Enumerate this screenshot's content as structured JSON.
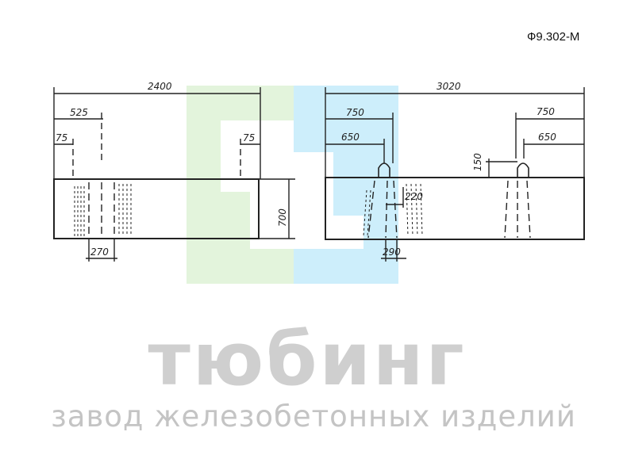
{
  "document": {
    "code": "Ф9.302-М"
  },
  "brand": {
    "name": "тюбинг",
    "tagline": "завод железобетонных изделий",
    "colors": {
      "green": "#e3f4dc",
      "blue": "#cdeefb",
      "text": "#cfcfcf"
    }
  },
  "left_view": {
    "dimensions": {
      "overall_length": "2400",
      "offset": "525",
      "left_edge": "75",
      "right_edge": "75",
      "height": "700",
      "bottom": "270"
    }
  },
  "right_view": {
    "dimensions": {
      "overall_length": "3020",
      "left_outer": "750",
      "left_inner": "650",
      "right_outer": "750",
      "right_inner": "650",
      "loop_height": "150",
      "depth": "220",
      "bottom": "290"
    }
  }
}
